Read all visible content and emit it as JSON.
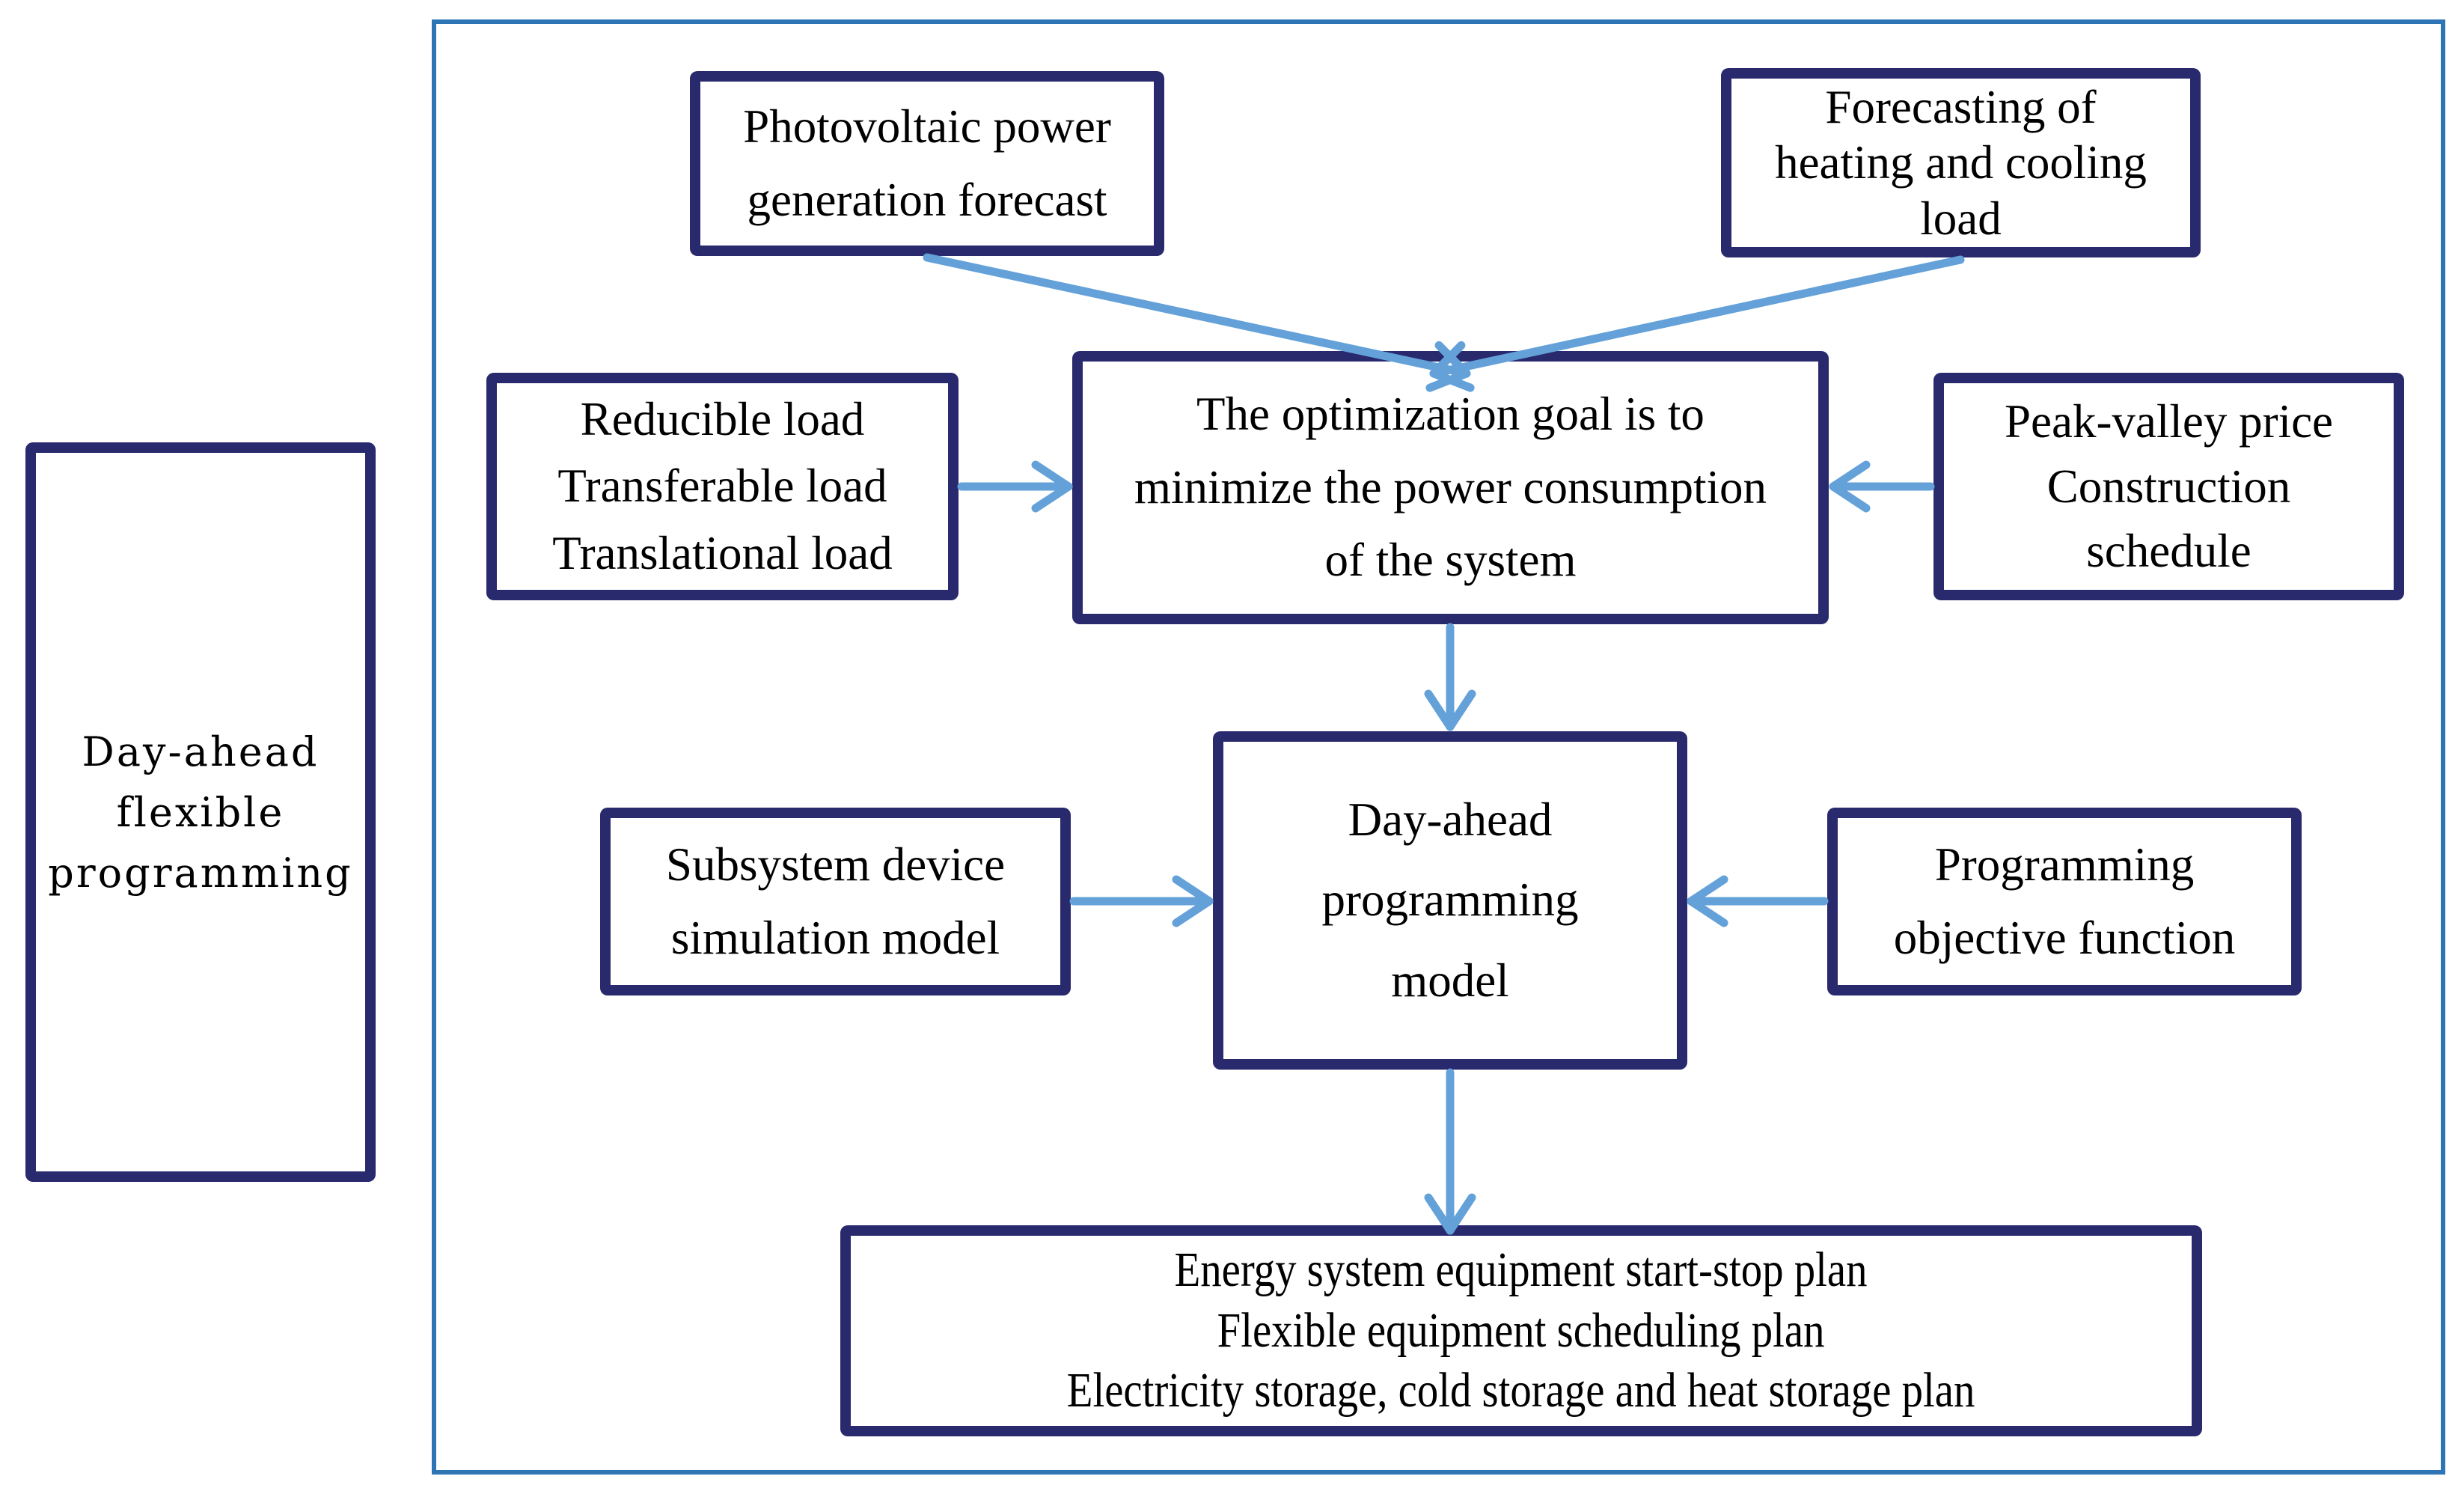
{
  "colors": {
    "box_border": "#292A6E",
    "frame_border": "#2E75B6",
    "arrow": "#64A1D9",
    "text": "#000000",
    "background": "#FFFFFF"
  },
  "label_box": {
    "text": "Day-ahead\nflexible\nprogramming"
  },
  "boxes": {
    "pv_forecast": {
      "text": "Photovoltaic power\ngeneration forecast"
    },
    "heat_cool_forecast": {
      "text": "Forecasting of\nheating and cooling\nload"
    },
    "flexible_loads": {
      "text": "Reducible load\nTransferable load\nTranslational load"
    },
    "optimization_goal": {
      "text": "The optimization goal is to\nminimize the power consumption\nof the system"
    },
    "peak_valley": {
      "text": "Peak-valley price\nConstruction\nschedule"
    },
    "subsystem_model": {
      "text": "Subsystem device\nsimulation model"
    },
    "day_ahead_model": {
      "text": "Day-ahead\nprogramming\nmodel"
    },
    "objective_function": {
      "text": "Programming\nobjective function"
    },
    "output_plans": {
      "text": "Energy system equipment start-stop plan\nFlexible equipment scheduling plan\nElectricity storage, cold storage and heat storage plan"
    }
  },
  "connections": [
    {
      "from": "pv_forecast",
      "to": "optimization_goal"
    },
    {
      "from": "heat_cool_forecast",
      "to": "optimization_goal"
    },
    {
      "from": "flexible_loads",
      "to": "optimization_goal"
    },
    {
      "from": "peak_valley",
      "to": "optimization_goal"
    },
    {
      "from": "optimization_goal",
      "to": "day_ahead_model"
    },
    {
      "from": "subsystem_model",
      "to": "day_ahead_model"
    },
    {
      "from": "objective_function",
      "to": "day_ahead_model"
    },
    {
      "from": "day_ahead_model",
      "to": "output_plans"
    }
  ]
}
